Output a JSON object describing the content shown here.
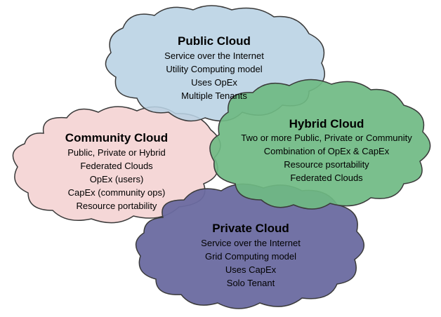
{
  "colors": {
    "public": "#b8d2e4",
    "community": "#f4d4d4",
    "hybrid": "#6fba83",
    "private": "#6a6aa0",
    "outline": "#3a3a3a"
  },
  "clouds": {
    "public": {
      "title": "Public Cloud",
      "lines": [
        "Service over the Internet",
        "Utility Computing model",
        "Uses OpEx",
        "Multiple Tenants"
      ]
    },
    "community": {
      "title": "Community Cloud",
      "lines": [
        "Public, Private or Hybrid",
        "Federated Clouds",
        "OpEx (users)",
        "CapEx (community ops)",
        "Resource portability"
      ]
    },
    "hybrid": {
      "title": "Hybrid Cloud",
      "lines": [
        "Two or more Public, Private or Community",
        "Combination of OpEx & CapEx",
        "Resource psortability",
        "Federated Clouds"
      ]
    },
    "private": {
      "title": "Private Cloud",
      "lines": [
        "Service over the Internet",
        "Grid Computing model",
        "Uses CapEx",
        "Solo Tenant"
      ]
    }
  }
}
